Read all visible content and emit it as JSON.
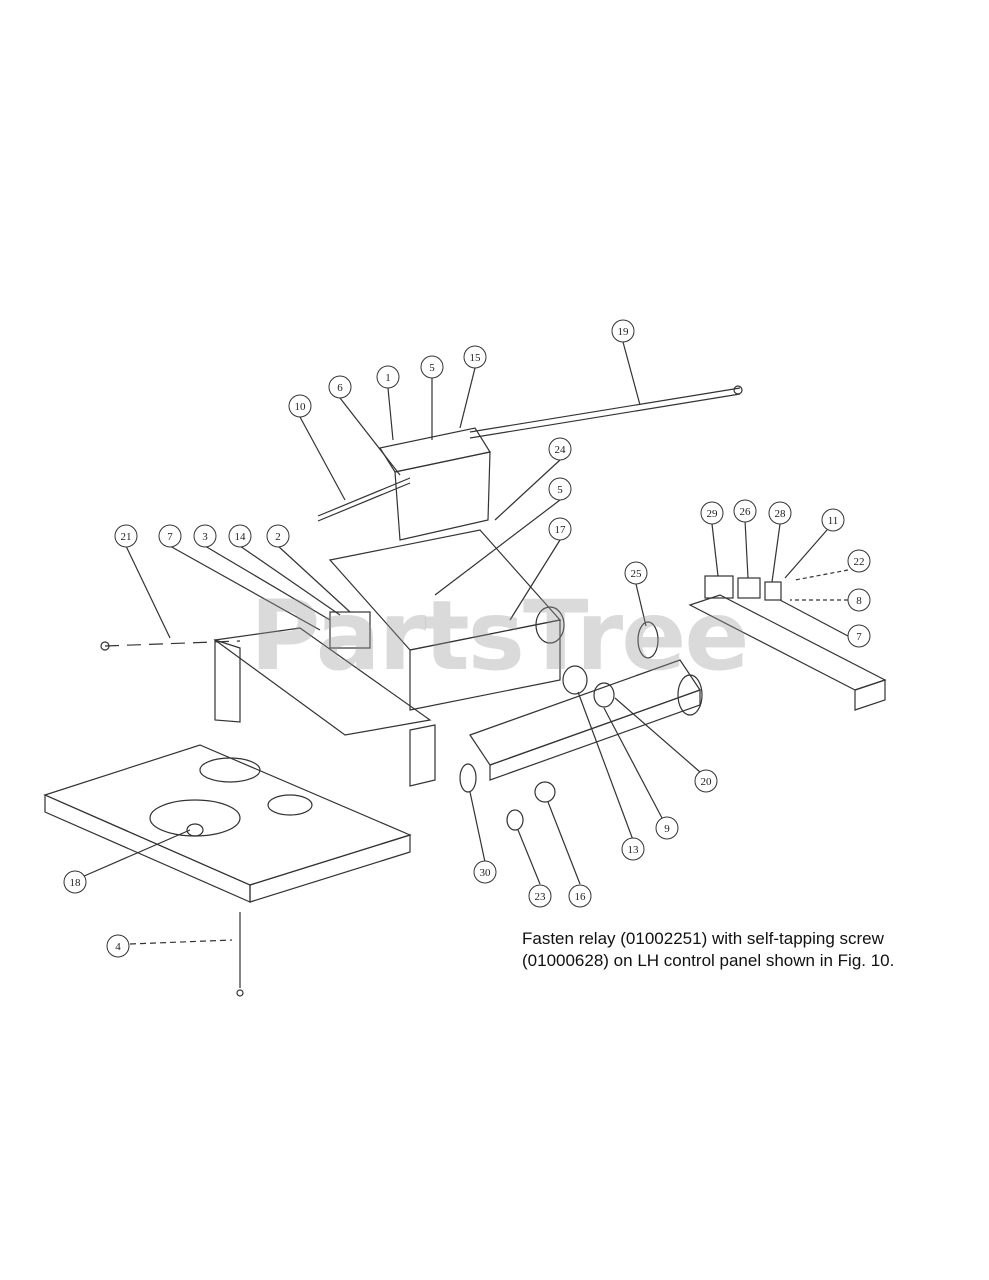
{
  "watermark": "PartsTree",
  "note": {
    "line1": "Fasten relay (01002251) with self-tapping screw",
    "line2": "(01000628) on LH control panel shown in Fig. 10."
  },
  "callouts": [
    "19",
    "15",
    "5",
    "1",
    "6",
    "10",
    "24",
    "5",
    "17",
    "21",
    "7",
    "3",
    "14",
    "2",
    "29",
    "26",
    "28",
    "11",
    "22",
    "8",
    "7",
    "25",
    "20",
    "9",
    "13",
    "30",
    "23",
    "16",
    "18",
    "4"
  ]
}
